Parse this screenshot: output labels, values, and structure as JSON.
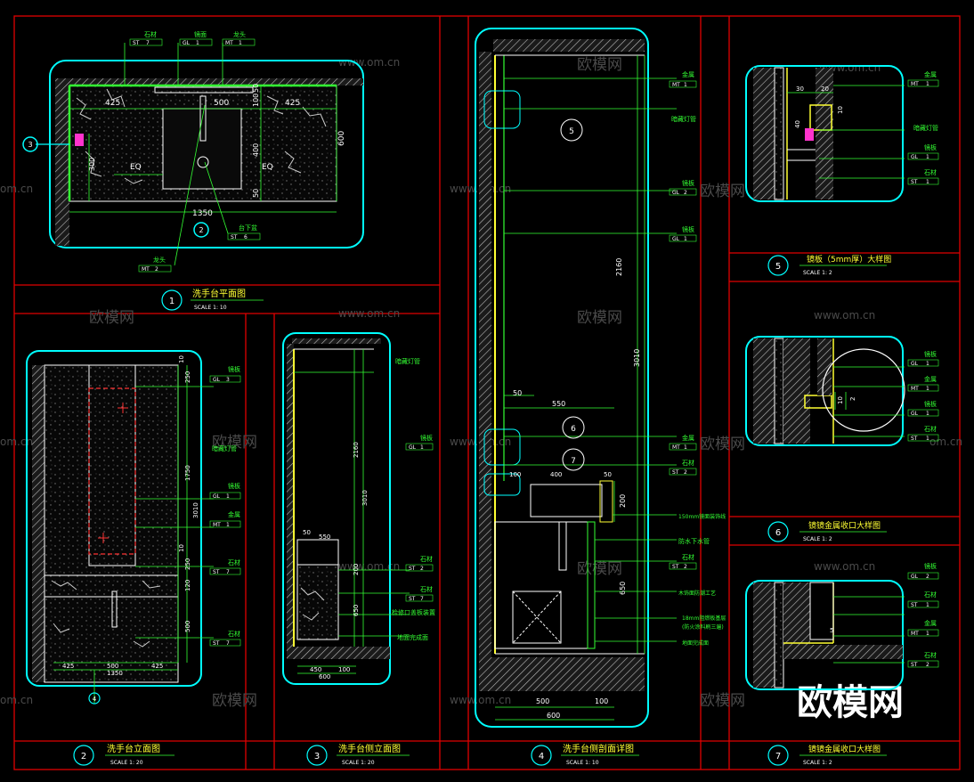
{
  "watermark": {
    "url": "www.om.cn",
    "url_partial": "om.cn",
    "brand": "欧模网"
  },
  "tag_codes": {
    "st": "ST",
    "mt": "MT",
    "gl": "GL",
    "num_1": "1",
    "num_2": "2",
    "num_3": "3",
    "num_4": "4",
    "num_5": "5",
    "num_6": "6",
    "num_7": "7"
  },
  "view1": {
    "title": "洗手台平面图",
    "scale": "SCALE 1: 10",
    "number": "1",
    "dims": {
      "d425a": "425",
      "d500": "500",
      "d425b": "425",
      "d100": "100",
      "d50": "50",
      "d400": "400",
      "d50b": "50",
      "d600": "600",
      "d300": "300",
      "d1350": "1350",
      "eq1": "EQ",
      "eq2": "EQ"
    },
    "callouts": {
      "c_shicai": "石材",
      "c_jingmian": "镜面",
      "c_longtou": "龙头",
      "c_taixia": "台下盆",
      "c_longtou2": "龙头"
    },
    "markers": {
      "m3": "3",
      "m2": "2"
    }
  },
  "view2": {
    "title": "洗手台立面图",
    "scale": "SCALE 1: 20",
    "number": "2",
    "dims": {
      "d10": "10",
      "d250": "250",
      "d1750": "1750",
      "d3010": "3010",
      "d10b": "10",
      "d250b": "250",
      "d120": "120",
      "d500": "500",
      "d425a": "425",
      "d500b": "500",
      "d425b": "425",
      "d1350": "1350"
    },
    "callouts": {
      "c1": "镜板",
      "c2": "暗藏灯管",
      "c3": "镜板",
      "c4": "金属",
      "c5": "石材",
      "c6": "石材"
    },
    "marker": "4"
  },
  "view3": {
    "title": "洗手台侧立面图",
    "scale": "SCALE 1: 20",
    "number": "3",
    "dims": {
      "d2160": "2160",
      "d3010": "3010",
      "d50": "50",
      "d550": "550",
      "d200": "200",
      "d650": "650",
      "d450": "450",
      "d100": "100",
      "d600": "600"
    },
    "callouts": {
      "c1": "暗藏灯管",
      "c2": "镜板",
      "c3": "石材",
      "c4": "石材",
      "c5": "检修口盖板装置",
      "c6": "地面完成面"
    }
  },
  "view4": {
    "title": "洗手台侧剖面详图",
    "scale": "SCALE 1: 10",
    "number": "4",
    "dims": {
      "d2160": "2160",
      "d3010": "3010",
      "d50": "50",
      "d550": "550",
      "d100": "100",
      "d400": "400",
      "d50b": "50",
      "d200": "200",
      "d650": "650",
      "d500": "500",
      "d100b": "100",
      "d600": "600"
    },
    "callouts": {
      "c1": "金属",
      "c2": "暗藏灯管",
      "c3": "镜板",
      "c4": "镜板",
      "c5": "金属",
      "c6": "石材",
      "c7": "150mm镜面装饰线",
      "c8": "防水下水管",
      "c9": "石材",
      "c10": "木饰面防潮工艺",
      "c11": "18mm阻燃板基层",
      "c12": "(防火涂料刷三遍)",
      "c13": "地面完成面"
    },
    "markers": {
      "m5": "5",
      "m6": "6",
      "m7": "7"
    }
  },
  "view5": {
    "title": "镜板（5mm厚）大样图",
    "scale": "SCALE 1: 2",
    "number": "5",
    "dims": {
      "d30": "30",
      "d20": "20",
      "d10": "10",
      "d40": "40"
    },
    "callouts": {
      "c1": "金属",
      "c2": "暗藏灯管",
      "c3": "镜板",
      "c4": "石材"
    }
  },
  "view6": {
    "title": "镜镜金属收口大样图",
    "scale": "SCALE 1: 2",
    "number": "6",
    "dims": {
      "d10": "10",
      "d2": "2"
    },
    "callouts": {
      "c1": "镜板",
      "c2": "金属",
      "c3": "镜板",
      "c4": "石材"
    }
  },
  "view7": {
    "title": "镜镜金属收口大样图",
    "scale": "SCALE 1: 2",
    "number": "7",
    "dims": {
      "d5": "5"
    },
    "callouts": {
      "c1": "镜板",
      "c2": "石材",
      "c3": "金属",
      "c4": "石材"
    }
  },
  "colors": {
    "frame": "#e00000",
    "outline": "#00ffff",
    "dim": "#00ff00",
    "mirror": "#ffff33",
    "text": "#ffffff"
  }
}
